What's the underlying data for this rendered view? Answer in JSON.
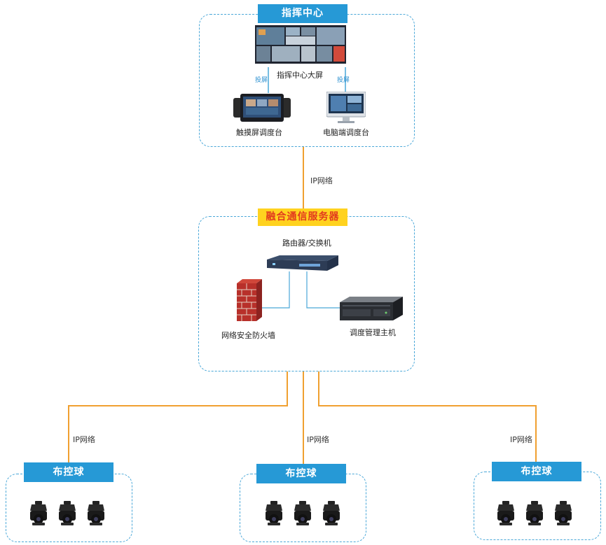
{
  "command_center": {
    "title": "指挥中心",
    "big_screen_label": "指挥中心大屏",
    "cast_left": "投屏",
    "cast_right": "投屏",
    "touch_console_label": "触摸屏调度台",
    "pc_console_label": "电脑端调度台"
  },
  "links": {
    "top": "IP网络",
    "left": "IP网络",
    "middle": "IP网络",
    "right": "IP网络"
  },
  "server": {
    "title": "融合通信服务器",
    "router_label": "路由器/交换机",
    "firewall_label": "网络安全防火墙",
    "host_label": "调度管理主机"
  },
  "groups": [
    {
      "title": "布控球"
    },
    {
      "title": "布控球"
    },
    {
      "title": "布控球"
    }
  ],
  "colors": {
    "accent_blue": "#2699d6",
    "server_title_text": "#e23a1e",
    "server_title_bg": "#ffd21f",
    "orange_line": "#f0a030",
    "blue_line": "#49a7d8"
  }
}
